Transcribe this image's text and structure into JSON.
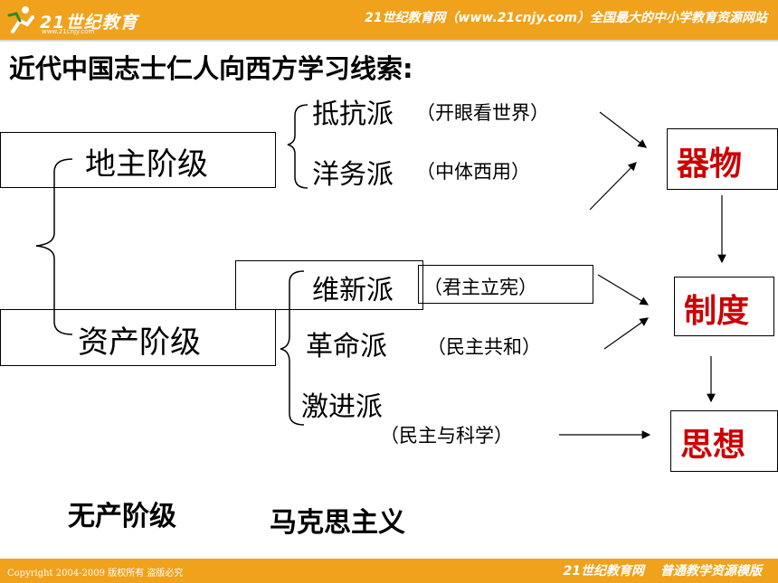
{
  "header": {
    "logo_text": "21世纪教育",
    "logo_url": "www.21cnjy.com",
    "slogan": "21世纪教育网（www.21cnjy.com）全国最大的中小学教育资源网站"
  },
  "slide": {
    "title": "近代中国志士仁人向西方学习线索:",
    "landlord_class": "地主阶级",
    "bourgeois_class": "资产阶级",
    "proletariat_class": "无产阶级",
    "marxism": "马克思主义",
    "schools": {
      "resistance": {
        "name": "抵抗派",
        "note": "（开眼看世界）"
      },
      "westernization": {
        "name": "洋务派",
        "note": "（中体西用）"
      },
      "reform": {
        "name": "维新派",
        "note": "（君主立宪）"
      },
      "revolution": {
        "name": "革命派",
        "note": "（民主共和）"
      },
      "radical": {
        "name": "激进派",
        "note": "（民主与科学）"
      }
    },
    "stages": {
      "artifacts": "器物",
      "institutions": "制度",
      "thought": "思想"
    }
  },
  "footer": {
    "copyright": "Copyright 2004-2009 版权所有 盗版必究",
    "site": "21世纪教育网",
    "template": "普通教学资源模版"
  },
  "colors": {
    "header_bg": "#f0a21c",
    "stage_text": "#cc0000"
  }
}
